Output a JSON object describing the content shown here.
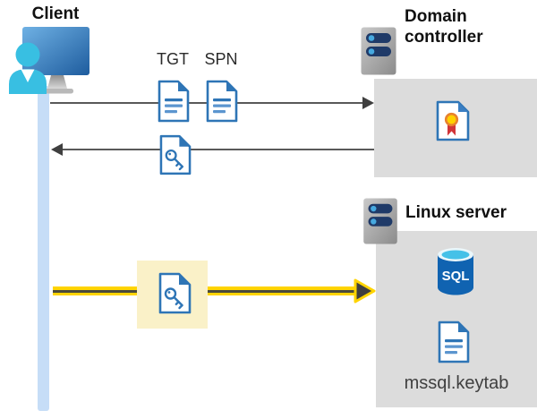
{
  "diagram": {
    "client": {
      "label": "Client"
    },
    "domain_controller": {
      "label": "Domain controller"
    },
    "linux_server": {
      "label": "Linux server",
      "sql_badge": "SQL",
      "keytab_label": "mssql.keytab"
    },
    "tickets": {
      "tgt": "TGT",
      "spn": "SPN"
    }
  },
  "icons": [
    "client-monitor-icon",
    "client-person-icon",
    "server-icon",
    "document-icon",
    "key-document-icon",
    "certificate-icon",
    "sql-database-icon"
  ],
  "colors": {
    "doc_blue": "#2e75b6",
    "doc_line_light": "#5b95cf",
    "monitor_blue_light": "#6fb1e4",
    "monitor_blue_dark": "#1e5c9e",
    "person_cyan": "#38bfe2",
    "server_gray_light": "#c9c9c9",
    "server_gray_dark": "#8b8b8b",
    "server_pill_navy": "#1f3a68",
    "server_dot_blue": "#46a9e0",
    "box_gray": "#dcdcdc",
    "arrow_gray": "#595959",
    "arrowhead_gray": "#3f3f3f",
    "lifeline_blue": "#c6ddf7",
    "highlight_yellow": "#faf1c8",
    "arrow_yellow": "#ffd400",
    "arrow_yellow_core": "#4a4a3c",
    "seal_yellow": "#ffd100",
    "seal_ring_orange": "#e8822e",
    "ribbon_red": "#d13438",
    "sql_body_blue": "#1063b1",
    "sql_top_cyan": "#45c1e8"
  }
}
